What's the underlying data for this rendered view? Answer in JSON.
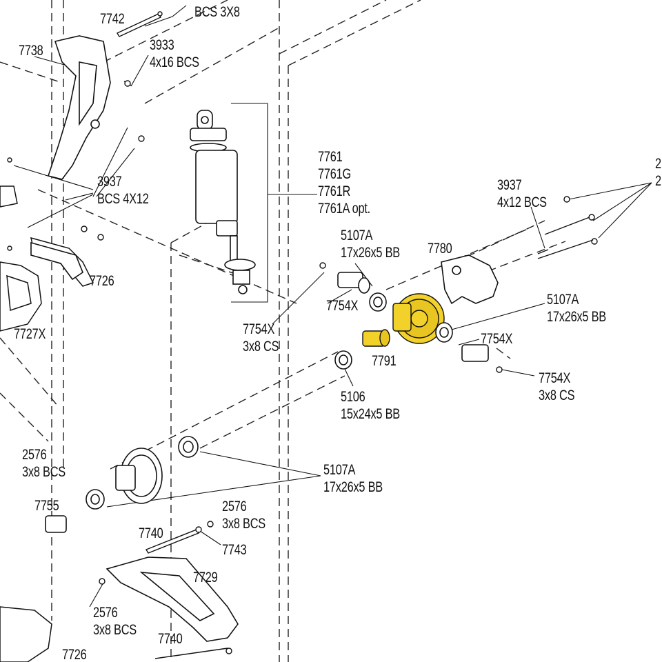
{
  "diagram": {
    "highlight_color": "#f2d12a",
    "callouts": {
      "bcs3x8_top": [
        "BCS 3X8"
      ],
      "p7742": [
        "7742"
      ],
      "p7738": [
        "7738"
      ],
      "p3933": [
        "3933",
        "4x16 BCS"
      ],
      "p3937_left": [
        "3937",
        "BCS 4X12"
      ],
      "p7726_top": [
        "7726"
      ],
      "p7727x": [
        "7727X"
      ],
      "p2576_left": [
        "2576",
        "3x8 BCS"
      ],
      "p7755": [
        "7755"
      ],
      "p7761": [
        "7761",
        "7761G",
        "7761R",
        "7761A opt."
      ],
      "p5107a_top": [
        "5107A",
        "17x26x5 BB"
      ],
      "p7754x_a": [
        "7754X"
      ],
      "p7754x_cs_left": [
        "7754X",
        "3x8 CS"
      ],
      "p7780": [
        "7780"
      ],
      "p3937_right": [
        "3937",
        "4x12 BCS"
      ],
      "p2_edge": [
        "2",
        "2"
      ],
      "p5107a_right": [
        "5107A",
        "17x26x5 BB"
      ],
      "p7754x_b": [
        "7754X"
      ],
      "p7791": [
        "7791"
      ],
      "p7754x_cs_right": [
        "7754X",
        "3x8 CS"
      ],
      "p5106": [
        "5106",
        "15x24x5 BB"
      ],
      "p5107a_bottom": [
        "5107A",
        "17x26x5 BB"
      ],
      "p2576_mid": [
        "2576",
        "3x8 BCS"
      ],
      "p7740_a": [
        "7740"
      ],
      "p7743": [
        "7743"
      ],
      "p7729": [
        "7729"
      ],
      "p2576_bottom": [
        "2576",
        "3x8 BCS"
      ],
      "p7740_b": [
        "7740"
      ],
      "p7726_bottom": [
        "7726"
      ]
    }
  }
}
